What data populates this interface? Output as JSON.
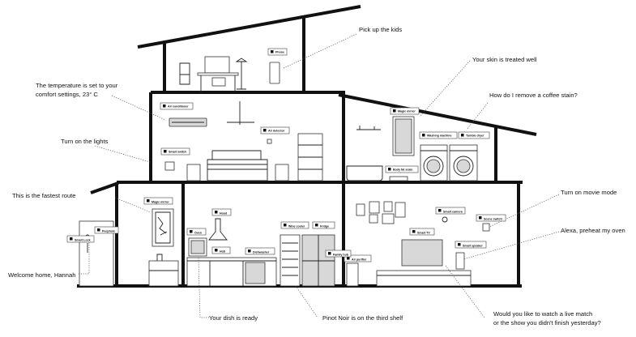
{
  "captions": [
    {
      "id": "pickup",
      "text": "Pick up the kids"
    },
    {
      "id": "skin",
      "text": "Your skin is treated well"
    },
    {
      "id": "temperature1",
      "text": "The temperature is set to your"
    },
    {
      "id": "temperature2",
      "text": "comfort settings, 23° C"
    },
    {
      "id": "coffee",
      "text": "How do I remove a coffee stain?"
    },
    {
      "id": "lights",
      "text": "Turn on the lights"
    },
    {
      "id": "route",
      "text": "This is the fastest route"
    },
    {
      "id": "movie",
      "text": "Turn on movie mode"
    },
    {
      "id": "oven",
      "text": "Alexa, preheat my oven"
    },
    {
      "id": "welcome",
      "text": "Welcome home, Hannah"
    },
    {
      "id": "dish",
      "text": "Your dish is ready"
    },
    {
      "id": "pinot",
      "text": "Pinot Noir is on the third shelf"
    },
    {
      "id": "match1",
      "text": "Would you like to watch a live match"
    },
    {
      "id": "match2",
      "text": "or the show you didn't finish yesterday?"
    }
  ],
  "tags": [
    {
      "id": "phone",
      "text": "Phone"
    },
    {
      "id": "air-conditioner",
      "text": "Air conditioner"
    },
    {
      "id": "air-detector",
      "text": "Air detector"
    },
    {
      "id": "smart-switch",
      "text": "Smart switch"
    },
    {
      "id": "magic-mirror-bath",
      "text": "Magic mirror"
    },
    {
      "id": "washing-machine",
      "text": "Washing machine"
    },
    {
      "id": "tumble-dryer",
      "text": "Tumble dryer"
    },
    {
      "id": "body-fat-scale",
      "text": "Body fat scale"
    },
    {
      "id": "magic-mirror-hall",
      "text": "Magic mirror"
    },
    {
      "id": "smart-lock",
      "text": "Smart Lock"
    },
    {
      "id": "peephole",
      "text": "Peephole"
    },
    {
      "id": "hood",
      "text": "Hood"
    },
    {
      "id": "oven",
      "text": "Oven"
    },
    {
      "id": "hob",
      "text": "Hob"
    },
    {
      "id": "dishwasher",
      "text": "Dishwasher"
    },
    {
      "id": "wine-cooler",
      "text": "Wine cooler"
    },
    {
      "id": "fridge",
      "text": "Fridge"
    },
    {
      "id": "smart-camera",
      "text": "Smart camera"
    },
    {
      "id": "scene-switch",
      "text": "Scene switch"
    },
    {
      "id": "smart-tv",
      "text": "Smart TV"
    },
    {
      "id": "air-purifier",
      "text": "Air purifier"
    },
    {
      "id": "family-hub",
      "text": "Family hub"
    },
    {
      "id": "smart-speaker",
      "text": "Smart speaker"
    }
  ],
  "icons": {
    "device": "toggle-icon"
  }
}
